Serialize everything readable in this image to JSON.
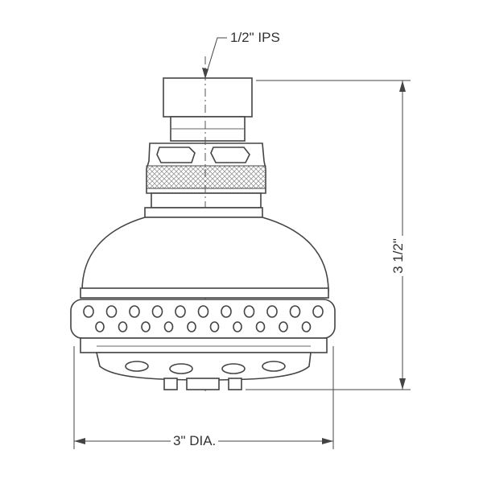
{
  "labels": {
    "inlet": "1/2\" IPS",
    "height": "3 1/2\"",
    "diameter": "3\" DIA."
  },
  "colors": {
    "line": "#444444",
    "background": "#ffffff"
  }
}
